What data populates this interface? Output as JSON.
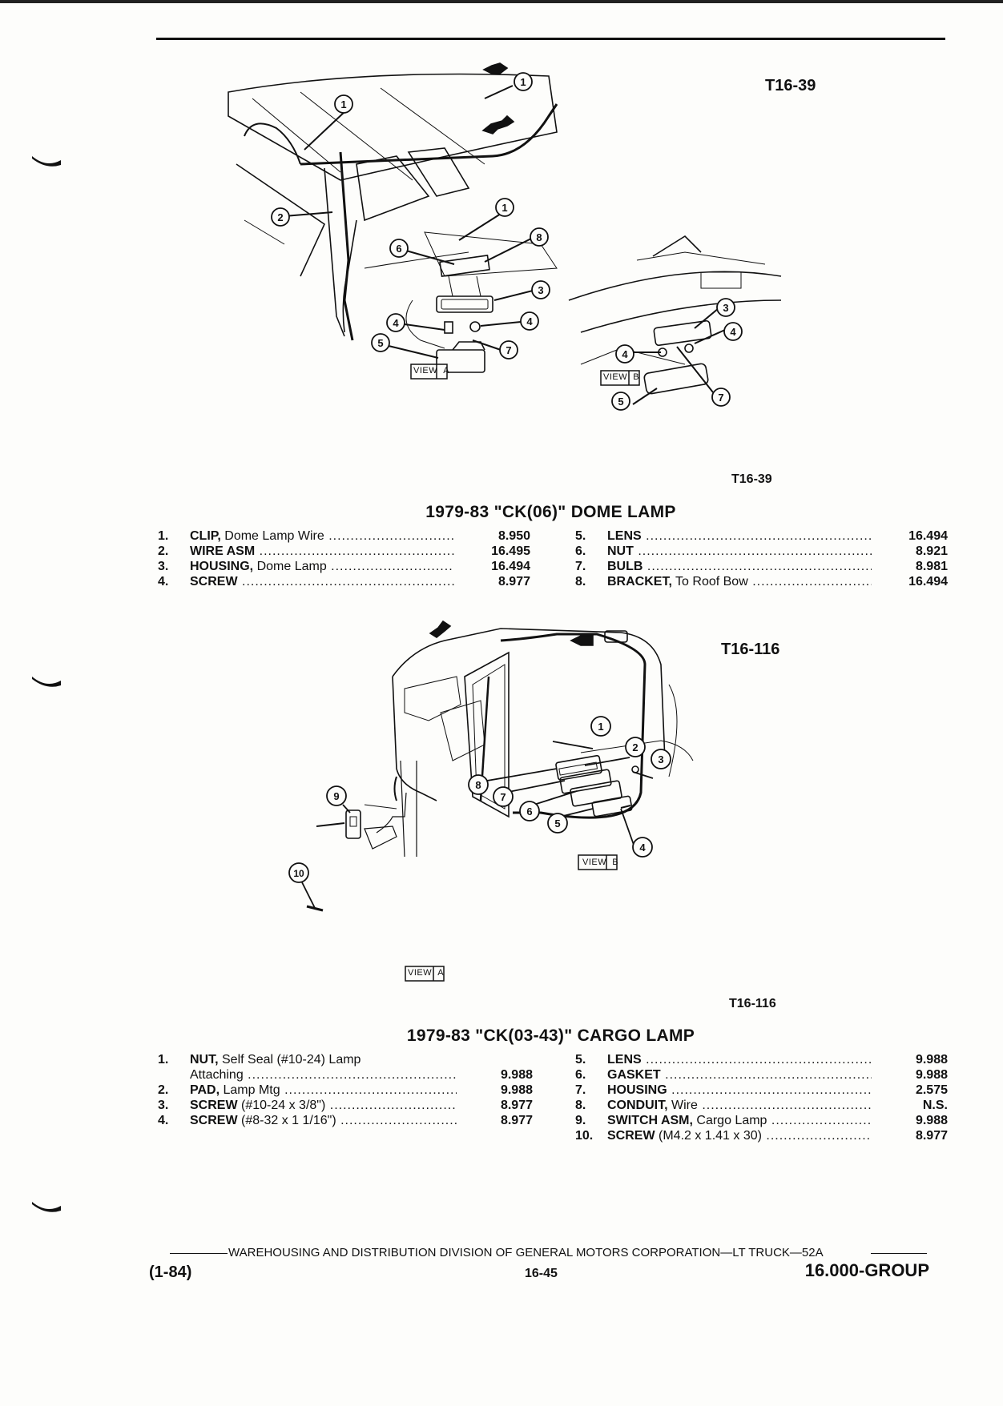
{
  "figures": {
    "dome": {
      "code_top": "T16-39",
      "code_bottom": "T16-39",
      "view_a_label": "VIEW A",
      "view_b_label": "VIEW B"
    },
    "cargo": {
      "code_top": "T16-116",
      "code_bottom": "T16-116",
      "view_a_label": "VIEW A",
      "view_b_label": "VIEW B"
    }
  },
  "sections": [
    {
      "title": "1979-83 \"CK(06)\" DOME LAMP",
      "left": [
        {
          "num": "1.",
          "name": "CLIP,",
          "desc": " Dome Lamp Wire",
          "value": "8.950"
        },
        {
          "num": "2.",
          "name": "WIRE ASM",
          "desc": "",
          "value": "16.495"
        },
        {
          "num": "3.",
          "name": "HOUSING,",
          "desc": " Dome Lamp",
          "value": "16.494"
        },
        {
          "num": "4.",
          "name": "SCREW",
          "desc": "",
          "value": "8.977"
        }
      ],
      "right": [
        {
          "num": "5.",
          "name": "LENS",
          "desc": "",
          "value": "16.494"
        },
        {
          "num": "6.",
          "name": "NUT",
          "desc": "",
          "value": "8.921"
        },
        {
          "num": "7.",
          "name": "BULB",
          "desc": "",
          "value": "8.981"
        },
        {
          "num": "8.",
          "name": "BRACKET,",
          "desc": " To Roof Bow",
          "value": "16.494"
        }
      ]
    },
    {
      "title": "1979-83 \"CK(03-43)\" CARGO LAMP",
      "left": [
        {
          "num": "1.",
          "name": "NUT,",
          "desc": " Self Seal (#10-24) Lamp",
          "value": ""
        },
        {
          "num": "",
          "name": "",
          "desc": "Attaching",
          "value": "9.988"
        },
        {
          "num": "2.",
          "name": "PAD,",
          "desc": " Lamp Mtg",
          "value": "9.988"
        },
        {
          "num": "3.",
          "name": "SCREW",
          "desc": " (#10-24 x 3/8\")",
          "value": "8.977"
        },
        {
          "num": "4.",
          "name": "SCREW",
          "desc": " (#8-32 x 1 1/16\")",
          "value": "8.977"
        }
      ],
      "right": [
        {
          "num": "5.",
          "name": "LENS",
          "desc": "",
          "value": "9.988"
        },
        {
          "num": "6.",
          "name": "GASKET",
          "desc": "",
          "value": "9.988"
        },
        {
          "num": "7.",
          "name": "HOUSING",
          "desc": "",
          "value": "2.575"
        },
        {
          "num": "8.",
          "name": "CONDUIT,",
          "desc": " Wire",
          "value": "N.S."
        },
        {
          "num": "9.",
          "name": "SWITCH ASM,",
          "desc": " Cargo Lamp",
          "value": "9.988"
        },
        {
          "num": "10.",
          "name": "SCREW",
          "desc": " (M4.2 x 1.41 x 30)",
          "value": "8.977"
        }
      ]
    }
  ],
  "footer": {
    "division_line": "WAREHOUSING AND DISTRIBUTION DIVISION OF GENERAL MOTORS CORPORATION—LT TRUCK—52A",
    "date": "(1-84)",
    "page": "16-45",
    "group": "16.000-GROUP"
  }
}
